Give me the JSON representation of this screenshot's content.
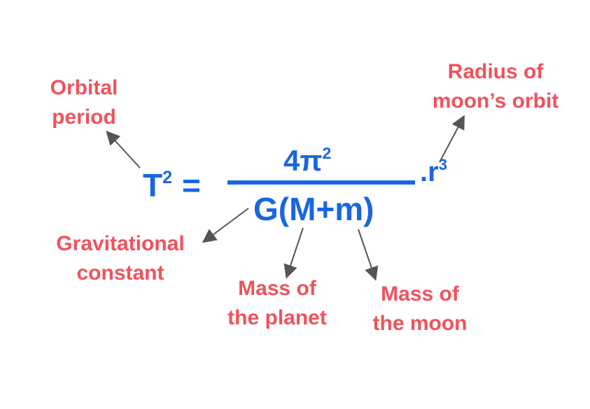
{
  "colors": {
    "formula": "#1a66e0",
    "labels": "#f0525c",
    "arrows": "#555555"
  },
  "formula": {
    "lhs_base": "T",
    "lhs_exp": "2",
    "equals": "=",
    "numerator_base": "4π",
    "numerator_exp": "2",
    "denominator": "G(M+m)",
    "multiplier_base": ".r",
    "multiplier_exp": "3"
  },
  "labels": {
    "orbital_period": [
      "Orbital",
      "period"
    ],
    "radius": [
      "Radius of",
      "moon’s orbit"
    ],
    "grav_constant": [
      "Gravitational",
      "constant"
    ],
    "mass_planet": [
      "Mass of",
      "the planet"
    ],
    "mass_moon": [
      "Mass of",
      "the moon"
    ]
  }
}
